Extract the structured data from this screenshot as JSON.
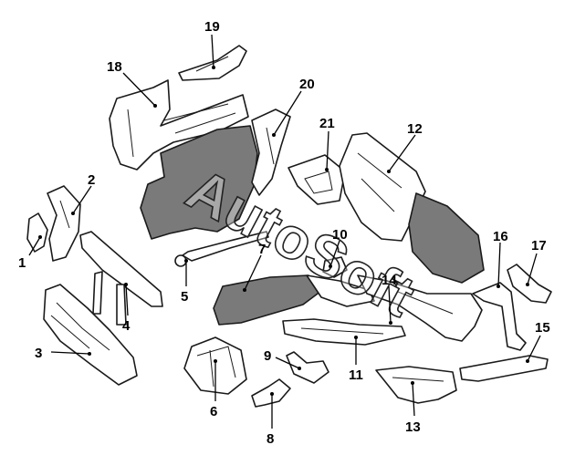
{
  "watermark": {
    "text": "AutoSoft"
  },
  "callouts": [
    {
      "id": "1",
      "label": "1"
    },
    {
      "id": "2",
      "label": "2"
    },
    {
      "id": "3",
      "label": "3"
    },
    {
      "id": "4",
      "label": "4"
    },
    {
      "id": "5",
      "label": "5"
    },
    {
      "id": "6",
      "label": "6"
    },
    {
      "id": "7",
      "label": "7"
    },
    {
      "id": "8",
      "label": "8"
    },
    {
      "id": "9",
      "label": "9"
    },
    {
      "id": "10",
      "label": "10"
    },
    {
      "id": "11",
      "label": "11"
    },
    {
      "id": "12",
      "label": "12"
    },
    {
      "id": "13",
      "label": "13"
    },
    {
      "id": "14",
      "label": "14"
    },
    {
      "id": "15",
      "label": "15"
    },
    {
      "id": "16",
      "label": "16"
    },
    {
      "id": "17",
      "label": "17"
    },
    {
      "id": "18",
      "label": "18"
    },
    {
      "id": "19",
      "label": "19"
    },
    {
      "id": "20",
      "label": "20"
    },
    {
      "id": "21",
      "label": "21"
    }
  ]
}
